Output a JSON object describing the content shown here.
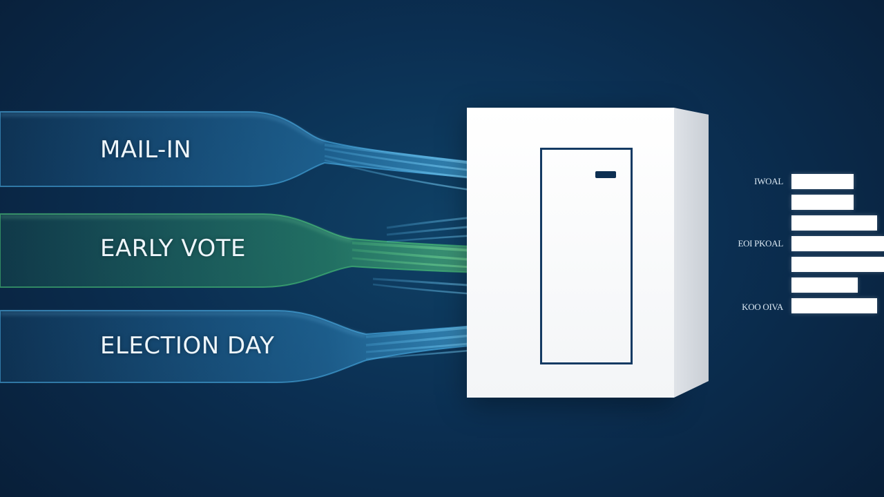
{
  "streams": [
    {
      "label": "MAIL-IN",
      "color": "#3aa7e8"
    },
    {
      "label": "EARLY VOTE",
      "color": "#3fbf6a"
    },
    {
      "label": "ELECTION DAY",
      "color": "#3aa7e8"
    }
  ],
  "ballot_box": {
    "face_color": "#ffffff",
    "frame_color": "#143a63"
  },
  "side_legend": {
    "labels": [
      "IWOAL",
      "EOI PKOAL",
      "KOO OIVA"
    ],
    "bar_count": 7,
    "bar_color": "#ffffff"
  },
  "colors": {
    "background": "#0b2f52",
    "blue_stream": "#3aa7e8",
    "green_stream": "#3fbf6a"
  }
}
